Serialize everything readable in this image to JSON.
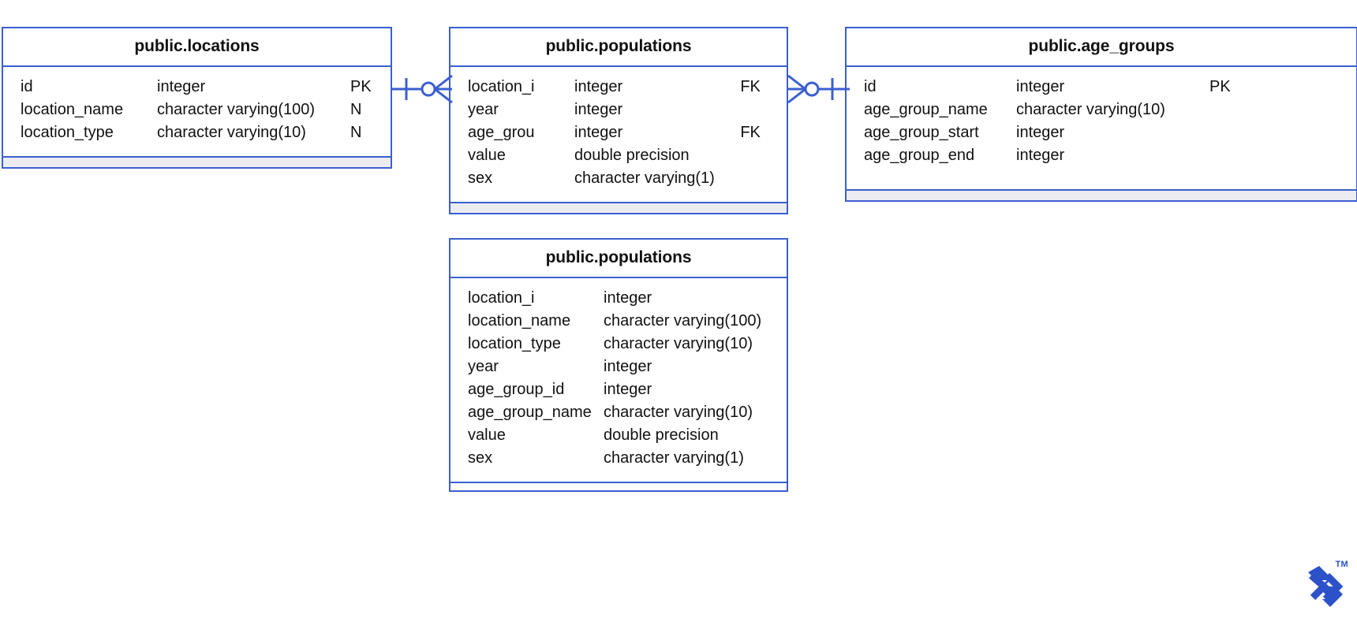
{
  "diagram": {
    "type": "entity-relationship-diagram",
    "accent_color": "#3b5fd0",
    "footer_color": "#ececf0",
    "text_color": "#111111",
    "background": "#ffffff"
  },
  "entities": [
    {
      "id": "locations",
      "title": "public.locations",
      "attributes": [
        {
          "name": "id",
          "type": "integer",
          "key": "PK"
        },
        {
          "name": "location_name",
          "type": "character varying(100)",
          "key": "N"
        },
        {
          "name": "location_type",
          "type": "character varying(10)",
          "key": "N"
        }
      ]
    },
    {
      "id": "populations",
      "title": "public.populations",
      "attributes": [
        {
          "name": "location_i",
          "type": "integer",
          "key": "FK"
        },
        {
          "name": "year",
          "type": "integer",
          "key": ""
        },
        {
          "name": "age_grou",
          "type": "integer",
          "key": "FK"
        },
        {
          "name": "value",
          "type": "double precision",
          "key": ""
        },
        {
          "name": "sex",
          "type": "character varying(1)",
          "key": ""
        }
      ]
    },
    {
      "id": "age_groups",
      "title": "public.age_groups",
      "attributes": [
        {
          "name": "id",
          "type": "integer",
          "key": "PK"
        },
        {
          "name": "age_group_name",
          "type": "character varying(10)",
          "key": ""
        },
        {
          "name": "age_group_start",
          "type": "integer",
          "key": ""
        },
        {
          "name": "age_group_end",
          "type": "integer",
          "key": ""
        }
      ]
    },
    {
      "id": "populations_view",
      "title": "public.populations",
      "attributes": [
        {
          "name": "location_i",
          "type": "integer",
          "key": ""
        },
        {
          "name": "location_name",
          "type": "character varying(100)",
          "key": ""
        },
        {
          "name": "location_type",
          "type": "character varying(10)",
          "key": ""
        },
        {
          "name": "year",
          "type": "integer",
          "key": ""
        },
        {
          "name": "age_group_id",
          "type": "integer",
          "key": ""
        },
        {
          "name": "age_group_name",
          "type": "character varying(10)",
          "key": ""
        },
        {
          "name": "value",
          "type": "double precision",
          "key": ""
        },
        {
          "name": "sex",
          "type": "character varying(1)",
          "key": ""
        }
      ]
    }
  ],
  "relationships": [
    {
      "id": "locations-populations",
      "from": "public.locations",
      "to": "public.populations",
      "from_cardinality": "one",
      "to_cardinality": "zero-or-many"
    },
    {
      "id": "populations-age_groups",
      "from": "public.populations",
      "to": "public.age_groups",
      "from_cardinality": "zero-or-many",
      "to_cardinality": "one"
    }
  ],
  "watermark": {
    "trademark": "TM"
  }
}
